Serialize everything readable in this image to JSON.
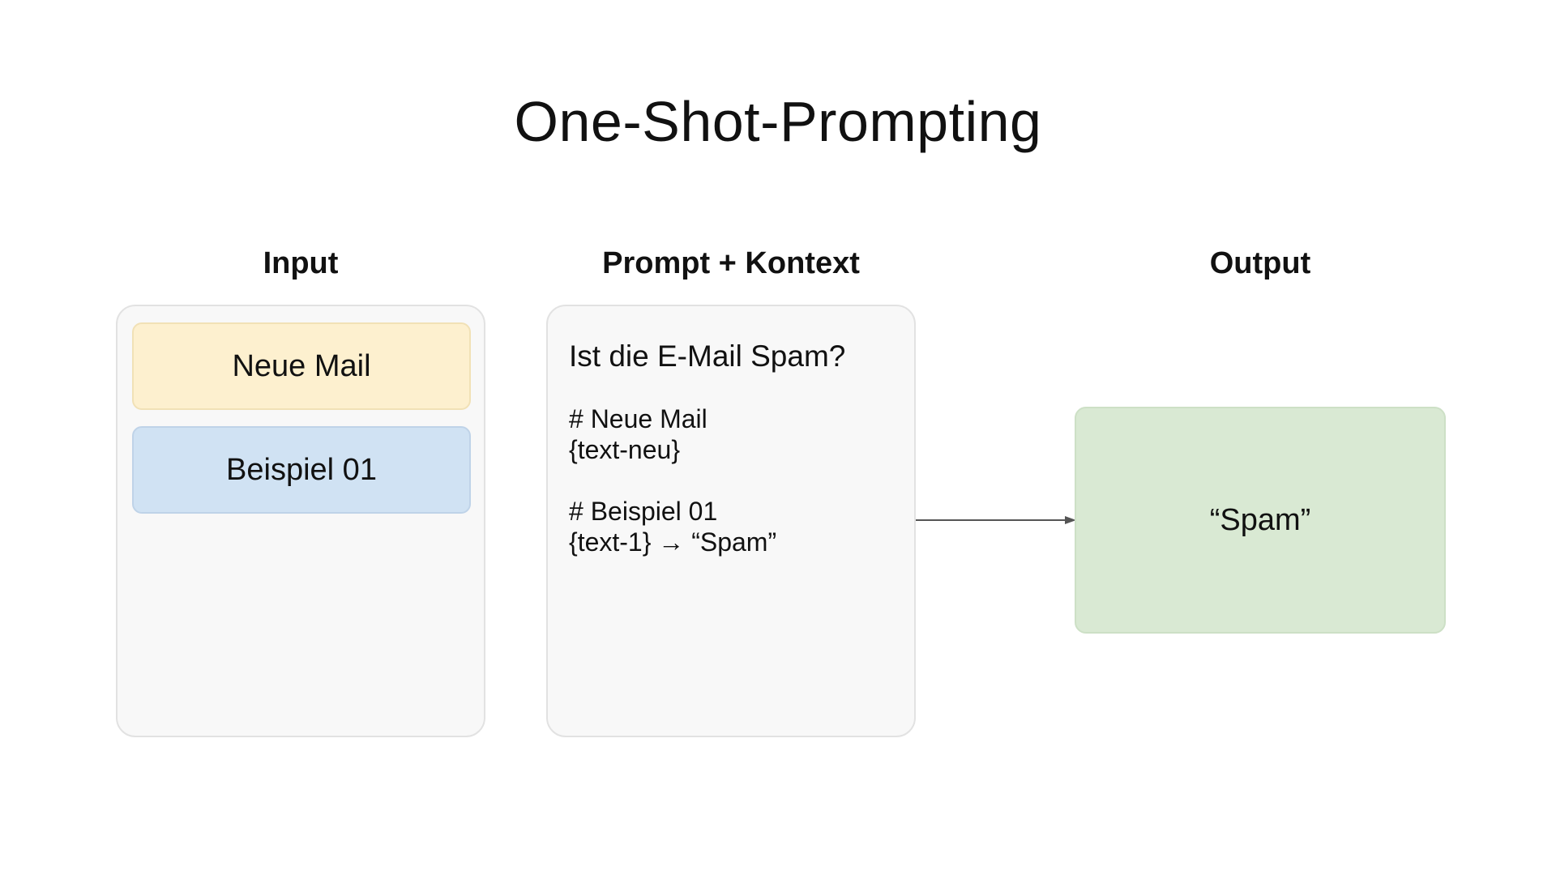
{
  "title": "One-Shot-Prompting",
  "columns": {
    "input": {
      "heading": "Input",
      "items": [
        {
          "label": "Neue Mail",
          "color": "#fdf0cf"
        },
        {
          "label": "Beispiel 01",
          "color": "#d0e2f3"
        }
      ]
    },
    "prompt": {
      "heading": "Prompt + Kontext",
      "question": "Ist die E-Mail Spam?",
      "blocks": [
        {
          "header": "# Neue Mail",
          "body": "{text-neu}"
        },
        {
          "header": "# Beispiel 01",
          "body": "{text-1} → “Spam”"
        }
      ]
    },
    "output": {
      "heading": "Output",
      "value": "“Spam”",
      "color": "#d9e9d3"
    }
  }
}
